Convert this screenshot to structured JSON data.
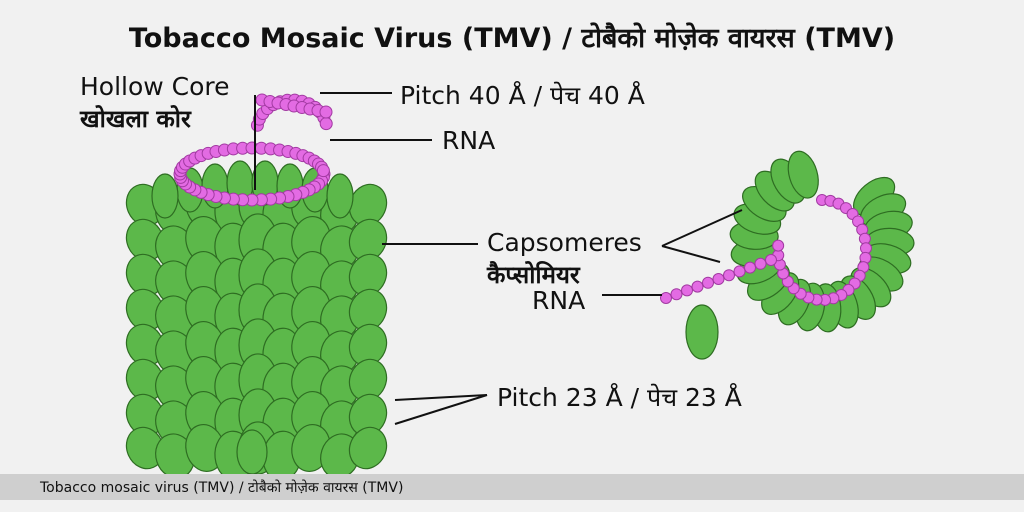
{
  "title": "Tobacco Mosaic Virus (TMV) / टोबैको मोज़ेक वायरस (TMV)",
  "labels": {
    "hollow_core": "Hollow Core",
    "hollow_core_hi": "खोखला कोर",
    "pitch_40": "Pitch 40 Å / पेच 40 Å",
    "rna_top": "RNA",
    "capsomeres": "Capsomeres",
    "capsomeres_hi": "कैप्सोमियर",
    "rna_mid": "RNA",
    "pitch_23": "Pitch 23 Å / पेच 23 Å"
  },
  "caption": "Tobacco mosaic virus (TMV) / टोबैको मोज़ेक वायरस (TMV)",
  "colors": {
    "capsomere": "#5cb84a",
    "capsomere_stroke": "#2e6d22",
    "rna": "#e36be3",
    "rna_stroke": "#a23aa2",
    "line": "#111111"
  }
}
